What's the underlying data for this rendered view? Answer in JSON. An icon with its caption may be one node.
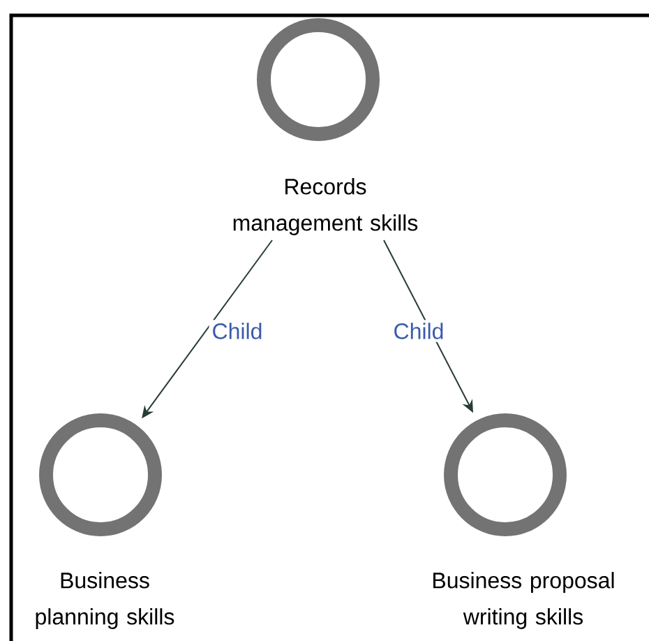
{
  "diagram": {
    "nodes": [
      {
        "text": [
          "Records management skills"
        ]
      },
      {
        "text": [
          "Business planning skills"
        ]
      },
      {
        "text": [
          "Business proposal writing skills"
        ]
      }
    ],
    "edges": [
      {
        "from": 0,
        "to": 1,
        "arrow": "to",
        "label": "Child"
      },
      {
        "from": 0,
        "to": 2,
        "arrow": "to",
        "label": "Child"
      }
    ]
  }
}
